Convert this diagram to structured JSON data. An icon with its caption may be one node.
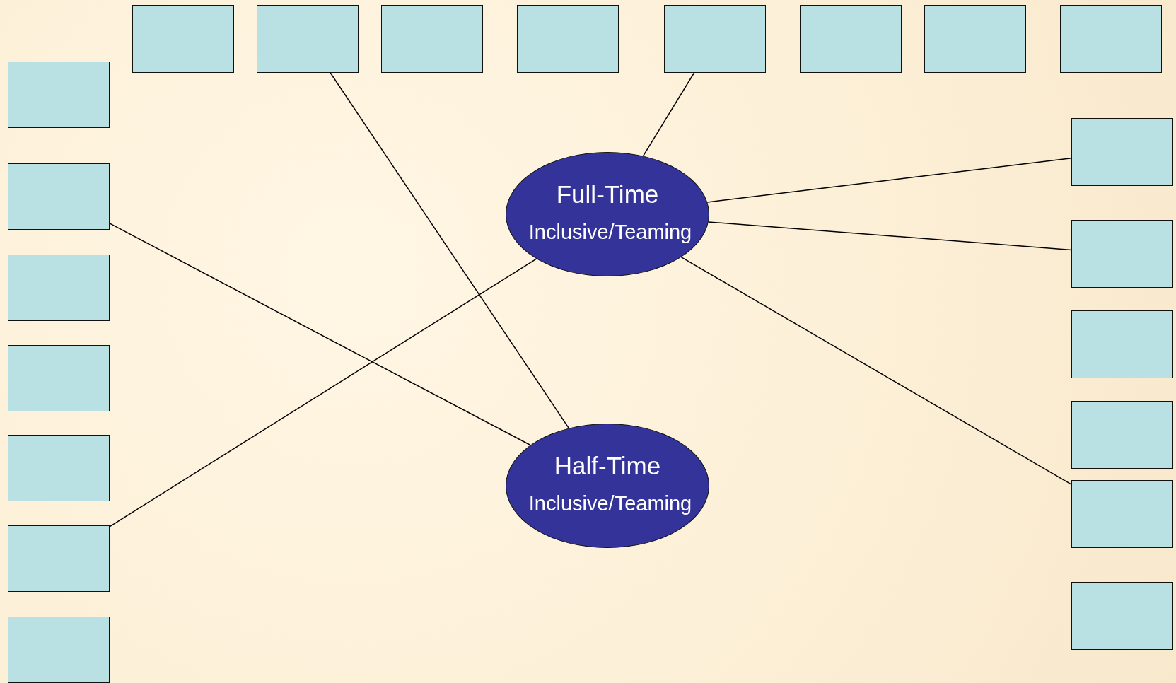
{
  "diagram": {
    "nodes": [
      {
        "text": [],
        "shape": "box"
      },
      {
        "text": [],
        "shape": "box"
      },
      {
        "text": [],
        "shape": "box"
      },
      {
        "text": [],
        "shape": "box"
      },
      {
        "text": [],
        "shape": "box"
      },
      {
        "text": [],
        "shape": "box"
      },
      {
        "text": [],
        "shape": "box"
      },
      {
        "text": [],
        "shape": "box"
      },
      {
        "text": [],
        "shape": "box"
      },
      {
        "text": [],
        "shape": "box"
      },
      {
        "text": [],
        "shape": "box"
      },
      {
        "text": [],
        "shape": "box"
      },
      {
        "text": [],
        "shape": "box"
      },
      {
        "text": [],
        "shape": "box"
      },
      {
        "text": [],
        "shape": "box"
      },
      {
        "text": [],
        "shape": "box"
      },
      {
        "text": [],
        "shape": "box"
      },
      {
        "text": [],
        "shape": "box"
      },
      {
        "text": [],
        "shape": "box"
      },
      {
        "text": [],
        "shape": "box"
      },
      {
        "text": [],
        "shape": "box"
      },
      {
        "text": [
          "Full-Time",
          "Inclusive/Teaming"
        ]
      },
      {
        "text": [
          "Half-Time",
          "Inclusive/Teaming"
        ]
      }
    ],
    "edges": [
      {
        "from": 1,
        "to": 22,
        "arrow": "none"
      },
      {
        "from": 4,
        "to": 21,
        "arrow": "none"
      },
      {
        "from": 9,
        "to": 22,
        "arrow": "none"
      },
      {
        "from": 13,
        "to": 21,
        "arrow": "none"
      },
      {
        "from": 21,
        "to": 15,
        "arrow": "none"
      },
      {
        "from": 21,
        "to": 16,
        "arrow": "none"
      },
      {
        "from": 21,
        "to": 19,
        "arrow": "none"
      }
    ]
  }
}
